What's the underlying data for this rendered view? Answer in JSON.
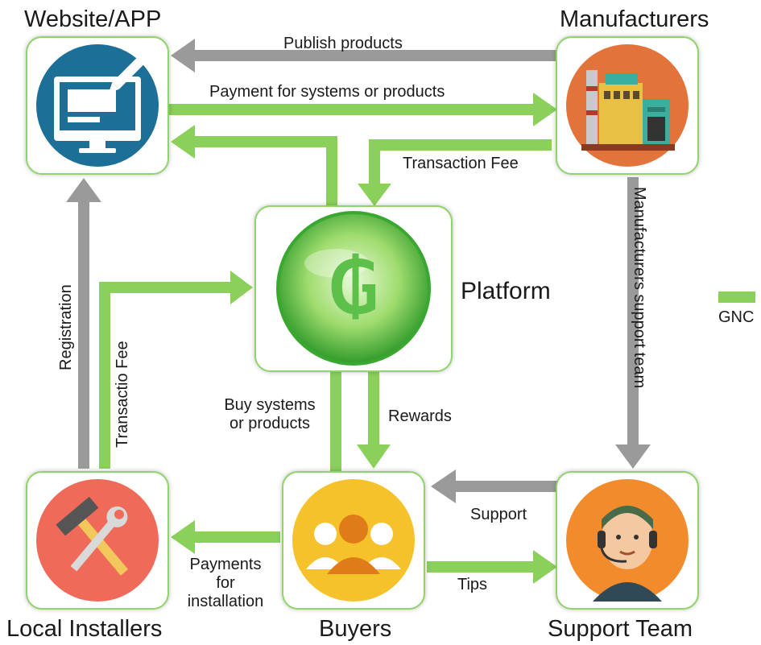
{
  "nodes": {
    "website": "Website/APP",
    "manufacturers": "Manufacturers",
    "platform": "Platform",
    "local_installers": "Local Installers",
    "buyers": "Buyers",
    "support_team": "Support Team"
  },
  "edges": {
    "publish_products": "Publish products",
    "payment_systems": "Payment for systems or products",
    "transaction_fee_top": "Transaction Fee",
    "manufacturers_support_team": "Manufacturers support team",
    "registration": "Registration",
    "transactio_fee_left": "Transactio Fee",
    "buy_systems_line1": "Buy systems",
    "buy_systems_line2": "or products",
    "rewards": "Rewards",
    "support": "Support",
    "tips": "Tips",
    "payments_line1": "Payments",
    "payments_line2": "for",
    "payments_line3": "installation"
  },
  "legend": {
    "label": "GNC",
    "color": "#8ad05a"
  },
  "colors": {
    "green": "#8ad05a",
    "gray": "#9a9a9a",
    "border": "#8fd46a"
  }
}
